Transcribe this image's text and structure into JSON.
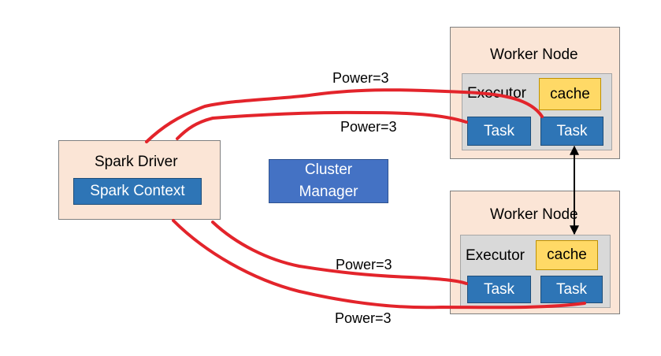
{
  "driver": {
    "title": "Spark Driver",
    "context": "Spark Context"
  },
  "cluster_manager": {
    "line1": "Cluster",
    "line2": "Manager"
  },
  "worker_top": {
    "title": "Worker Node",
    "executor": "Executor",
    "cache": "cache",
    "task1": "Task",
    "task2": "Task"
  },
  "worker_bottom": {
    "title": "Worker Node",
    "executor": "Executor",
    "cache": "cache",
    "task1": "Task",
    "task2": "Task"
  },
  "connections": [
    {
      "label": "Power=3"
    },
    {
      "label": "Power=3"
    },
    {
      "label": "Power=3"
    },
    {
      "label": "Power=3"
    }
  ],
  "colors": {
    "node_fill": "#fbe5d6",
    "task_fill": "#2e75b6",
    "cache_fill": "#ffd966",
    "cluster_manager_fill": "#4472c4",
    "connection_line": "#e3242b"
  }
}
